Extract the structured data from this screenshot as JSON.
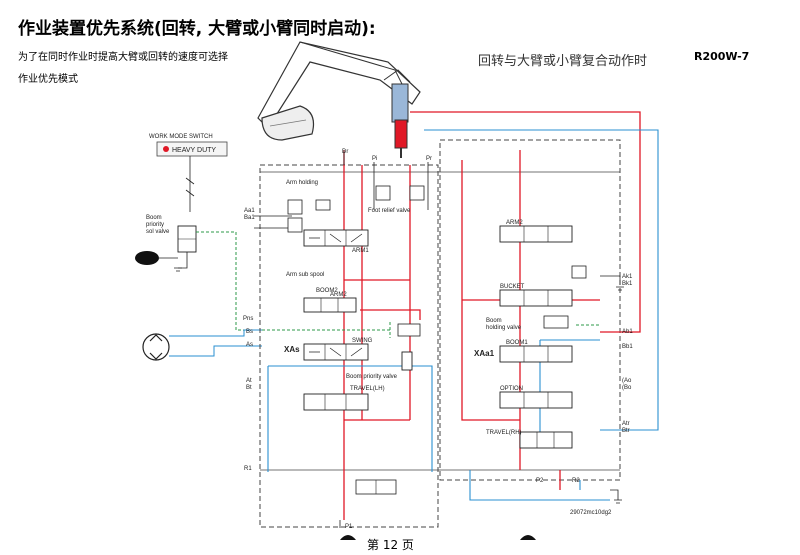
{
  "header": {
    "title": "作业装置优先系统(回转, 大臂或小臂同时启动):",
    "subtitle_line1": "为了在同时作业时提高大臂或回转的速度可选择",
    "subtitle_line2": "作业优先模式",
    "caption": "回转与大臂或小臂复合动作时",
    "model": "R200W-7"
  },
  "footer": {
    "page": "第 12 页"
  },
  "diagram": {
    "work_mode_switch": "WORK MODE SWITCH",
    "heavy_duty": "HEAVY DUTY",
    "boom_priority_sol_valve": [
      "Boom",
      "priority",
      "sol valve"
    ],
    "arm_holding": "Arm holding",
    "foot_relief_valve": "Foot relief valve",
    "arm1": "ARM1",
    "arm2": "ARM2",
    "arm_sub_spool": "Arm sub spool",
    "boom2": "BOOM2",
    "swing": "SWING",
    "boom_priority_valve": "Boom priority valve",
    "travel_lh": "TRAVEL(LH)",
    "travel_rh": "TRAVEL(RH)",
    "bucket": "BUCKET",
    "boom_holding_valve": [
      "Boom",
      "holding valve"
    ],
    "boom1": "BOOM1",
    "option": "OPTION",
    "xas": "XAs",
    "xaa1": "XAa1",
    "ports": {
      "dr": "Dr",
      "pi": "Pi",
      "pr": "Pr",
      "aa1": "Aa1",
      "ba1": "Ba1",
      "pns": "Pns",
      "bs": "Bs",
      "as": "As",
      "atl": "At",
      "btl": "Bt",
      "r1": "R1",
      "p1": "P1",
      "p2": "P2",
      "r2": "R2",
      "ak1": "Ak1",
      "bk1": "Bk1",
      "ab1": "Ab1",
      "bb1": "Bb1",
      "ao": "(Ao",
      "bo": "(Bo",
      "atr": "Atr",
      "btr": "Btr"
    },
    "drawing_no": "29072mc10dg2"
  }
}
